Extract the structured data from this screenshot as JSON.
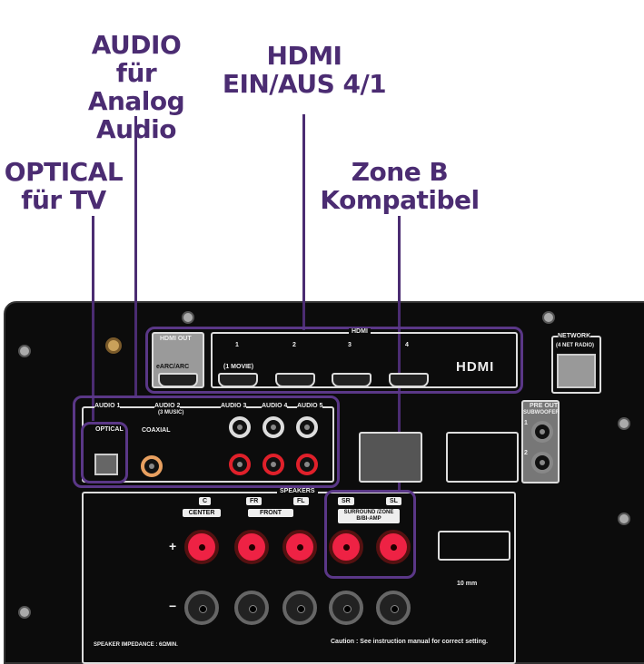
{
  "callouts": {
    "audio": [
      "AUDIO",
      "für Analog",
      "Audio"
    ],
    "hdmi": [
      "HDMI",
      "EIN/AUS 4/1"
    ],
    "optical": [
      "OPTICAL",
      "für TV"
    ],
    "zone_b": [
      "Zone B",
      "Kompatibel"
    ]
  },
  "panel": {
    "hdmi_out": "HDMI OUT",
    "earc": "eARC/ARC",
    "hdmi_group": "HDMI",
    "hdmi_ports": [
      "1",
      "2",
      "3",
      "4"
    ],
    "hdmi_port1_sub": "(1 MOVIE)",
    "hdmi_logo": "HDMI",
    "network": "NETWORK",
    "network_sub": "(4 NET RADIO)",
    "audio1": "AUDIO 1",
    "optical": "OPTICAL",
    "audio2": "AUDIO 2",
    "audio2_sub": "(3 MUSIC)",
    "coaxial": "COAXIAL",
    "audio3": "AUDIO 3",
    "audio4": "AUDIO 4",
    "audio5": "AUDIO 5",
    "pre_out": "PRE OUT",
    "subwoofer": "SUBWOOFER",
    "sub1": "1",
    "sub2": "2",
    "speakers": "SPEAKERS",
    "c": "C",
    "center": "CENTER",
    "fr": "FR",
    "fl": "FL",
    "front": "FRONT",
    "sr": "SR",
    "sl": "SL",
    "surround": "SURROUND /ZONE B/BI-AMP",
    "plus": "+",
    "minus": "−",
    "strip_len": "10 mm",
    "impedance": "SPEAKER IMPEDANCE : 6ΩMIN.",
    "caution": "Caution : See instruction manual for correct setting."
  },
  "colors": {
    "annotation": "#4b2c72",
    "panel": "#0c0c0c",
    "terminal_red": "#ee2244"
  }
}
